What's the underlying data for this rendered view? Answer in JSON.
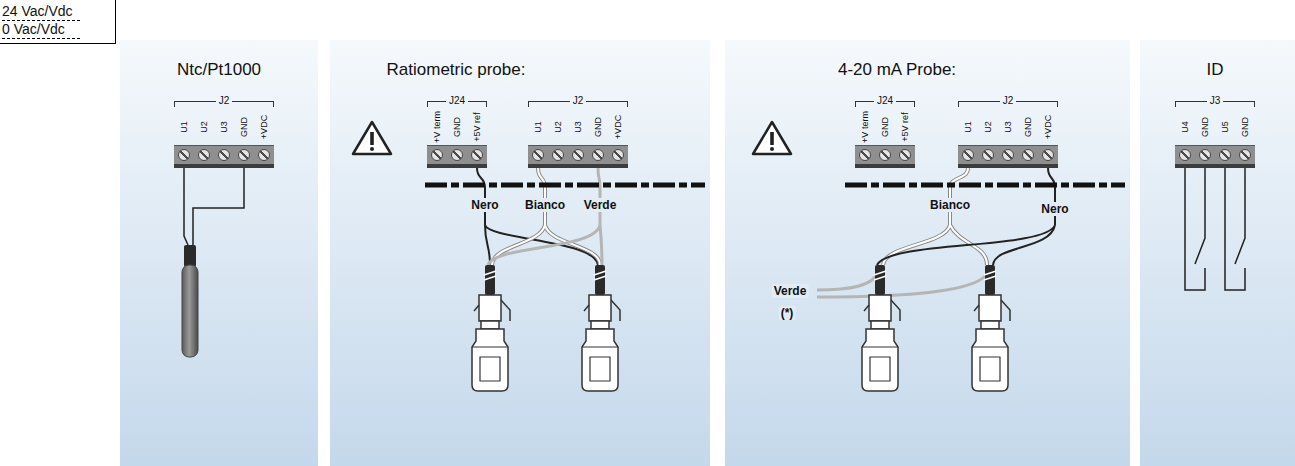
{
  "diagram": {
    "nodes": [
      {
        "text": [
          "24 Vac/Vdc",
          "0 Vac/Vdc"
        ]
      },
      {
        "text": [
          "Ntc/Pt1000"
        ]
      },
      {
        "text": [
          "J2",
          "U1",
          "U2",
          "U3",
          "GND",
          "+VDC"
        ],
        "in": 1
      },
      {
        "text": [
          "Ratiometric probe:"
        ]
      },
      {
        "text": [
          "J24",
          "+V term",
          "GND",
          "+5V ref"
        ],
        "in": 3
      },
      {
        "text": [
          "J2",
          "U1",
          "U2",
          "U3",
          "GND",
          "+VDC"
        ],
        "in": 3
      },
      {
        "text": [
          "4-20 mA Probe:"
        ]
      },
      {
        "text": [
          "J24",
          "+V term",
          "GND",
          "+5V ref"
        ],
        "in": 6
      },
      {
        "text": [
          "J2",
          "U1",
          "U2",
          "U3",
          "GND",
          "+VDC"
        ],
        "in": 6
      },
      {
        "text": [
          "ID"
        ]
      },
      {
        "text": [
          "J3",
          "U4",
          "GND",
          "U5",
          "GND"
        ],
        "in": 9
      }
    ],
    "labels": [
      "Nero",
      "Bianco",
      "Verde",
      "Verde",
      "(*)",
      "Bianco",
      "Nero"
    ]
  }
}
